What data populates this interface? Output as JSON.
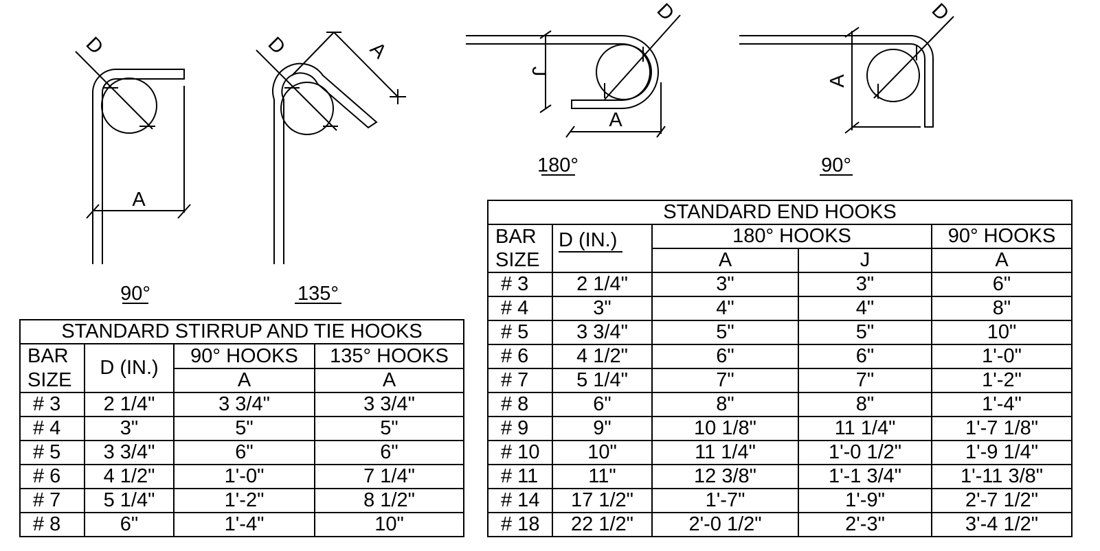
{
  "diagrams": {
    "stirrup_90": {
      "angle_label": "90°",
      "d_label": "D",
      "a_label": "A"
    },
    "stirrup_135": {
      "angle_label": "135°",
      "d_label": "D",
      "a_label": "A"
    },
    "end_180": {
      "angle_label": "180°",
      "d_label": "D",
      "a_label": "A",
      "j_label": "J"
    },
    "end_90": {
      "angle_label": "90°",
      "d_label": "D",
      "a_label": "A"
    }
  },
  "stirrup_table": {
    "title": "STANDARD STIRRUP AND TIE HOOKS",
    "headers": {
      "bar": "BAR",
      "size": "SIZE",
      "d": "D (IN.)",
      "hooks90": "90° HOOKS",
      "hooks135": "135° HOOKS",
      "a": "A"
    },
    "rows": [
      {
        "bar": "# 3",
        "d": "2 1/4\"",
        "h90": "3 3/4\"",
        "h135": "3 3/4\""
      },
      {
        "bar": "# 4",
        "d": "3\"",
        "h90": "5\"",
        "h135": "5\""
      },
      {
        "bar": "# 5",
        "d": "3 3/4\"",
        "h90": "6\"",
        "h135": "6\""
      },
      {
        "bar": "# 6",
        "d": "4 1/2\"",
        "h90": "1'-0\"",
        "h135": "7 1/4\""
      },
      {
        "bar": "# 7",
        "d": "5 1/4\"",
        "h90": "1'-2\"",
        "h135": "8 1/2\""
      },
      {
        "bar": "# 8",
        "d": "6\"",
        "h90": "1'-4\"",
        "h135": "10\""
      }
    ]
  },
  "end_table": {
    "title": "STANDARD END HOOKS",
    "headers": {
      "bar": "BAR",
      "size": "SIZE",
      "d": "D (IN.)",
      "hooks180": "180° HOOKS",
      "hooks90": "90° HOOKS",
      "a": "A",
      "j": "J"
    },
    "rows": [
      {
        "bar": "# 3",
        "d": "2 1/4\"",
        "a180": "3\"",
        "j180": "3\"",
        "a90": "6\""
      },
      {
        "bar": "# 4",
        "d": "3\"",
        "a180": "4\"",
        "j180": "4\"",
        "a90": "8\""
      },
      {
        "bar": "# 5",
        "d": "3 3/4\"",
        "a180": "5\"",
        "j180": "5\"",
        "a90": "10\""
      },
      {
        "bar": "# 6",
        "d": "4 1/2\"",
        "a180": "6\"",
        "j180": "6\"",
        "a90": "1'-0\""
      },
      {
        "bar": "# 7",
        "d": "5 1/4\"",
        "a180": "7\"",
        "j180": "7\"",
        "a90": "1'-2\""
      },
      {
        "bar": "# 8",
        "d": "6\"",
        "a180": "8\"",
        "j180": "8\"",
        "a90": "1'-4\""
      },
      {
        "bar": "# 9",
        "d": "9\"",
        "a180": "10 1/8\"",
        "j180": "11 1/4\"",
        "a90": "1'-7 1/8\""
      },
      {
        "bar": "# 10",
        "d": "10\"",
        "a180": "11 1/4\"",
        "j180": "1'-0 1/2\"",
        "a90": "1'-9 1/4\""
      },
      {
        "bar": "# 11",
        "d": "11\"",
        "a180": "12 3/8\"",
        "j180": "1'-1 3/4\"",
        "a90": "1'-11 3/8\""
      },
      {
        "bar": "# 14",
        "d": "17 1/2\"",
        "a180": "1'-7\"",
        "j180": "1'-9\"",
        "a90": "2'-7 1/2\""
      },
      {
        "bar": "# 18",
        "d": "22 1/2\"",
        "a180": "2'-0 1/2\"",
        "j180": "2'-3\"",
        "a90": "3'-4 1/2\""
      }
    ]
  }
}
